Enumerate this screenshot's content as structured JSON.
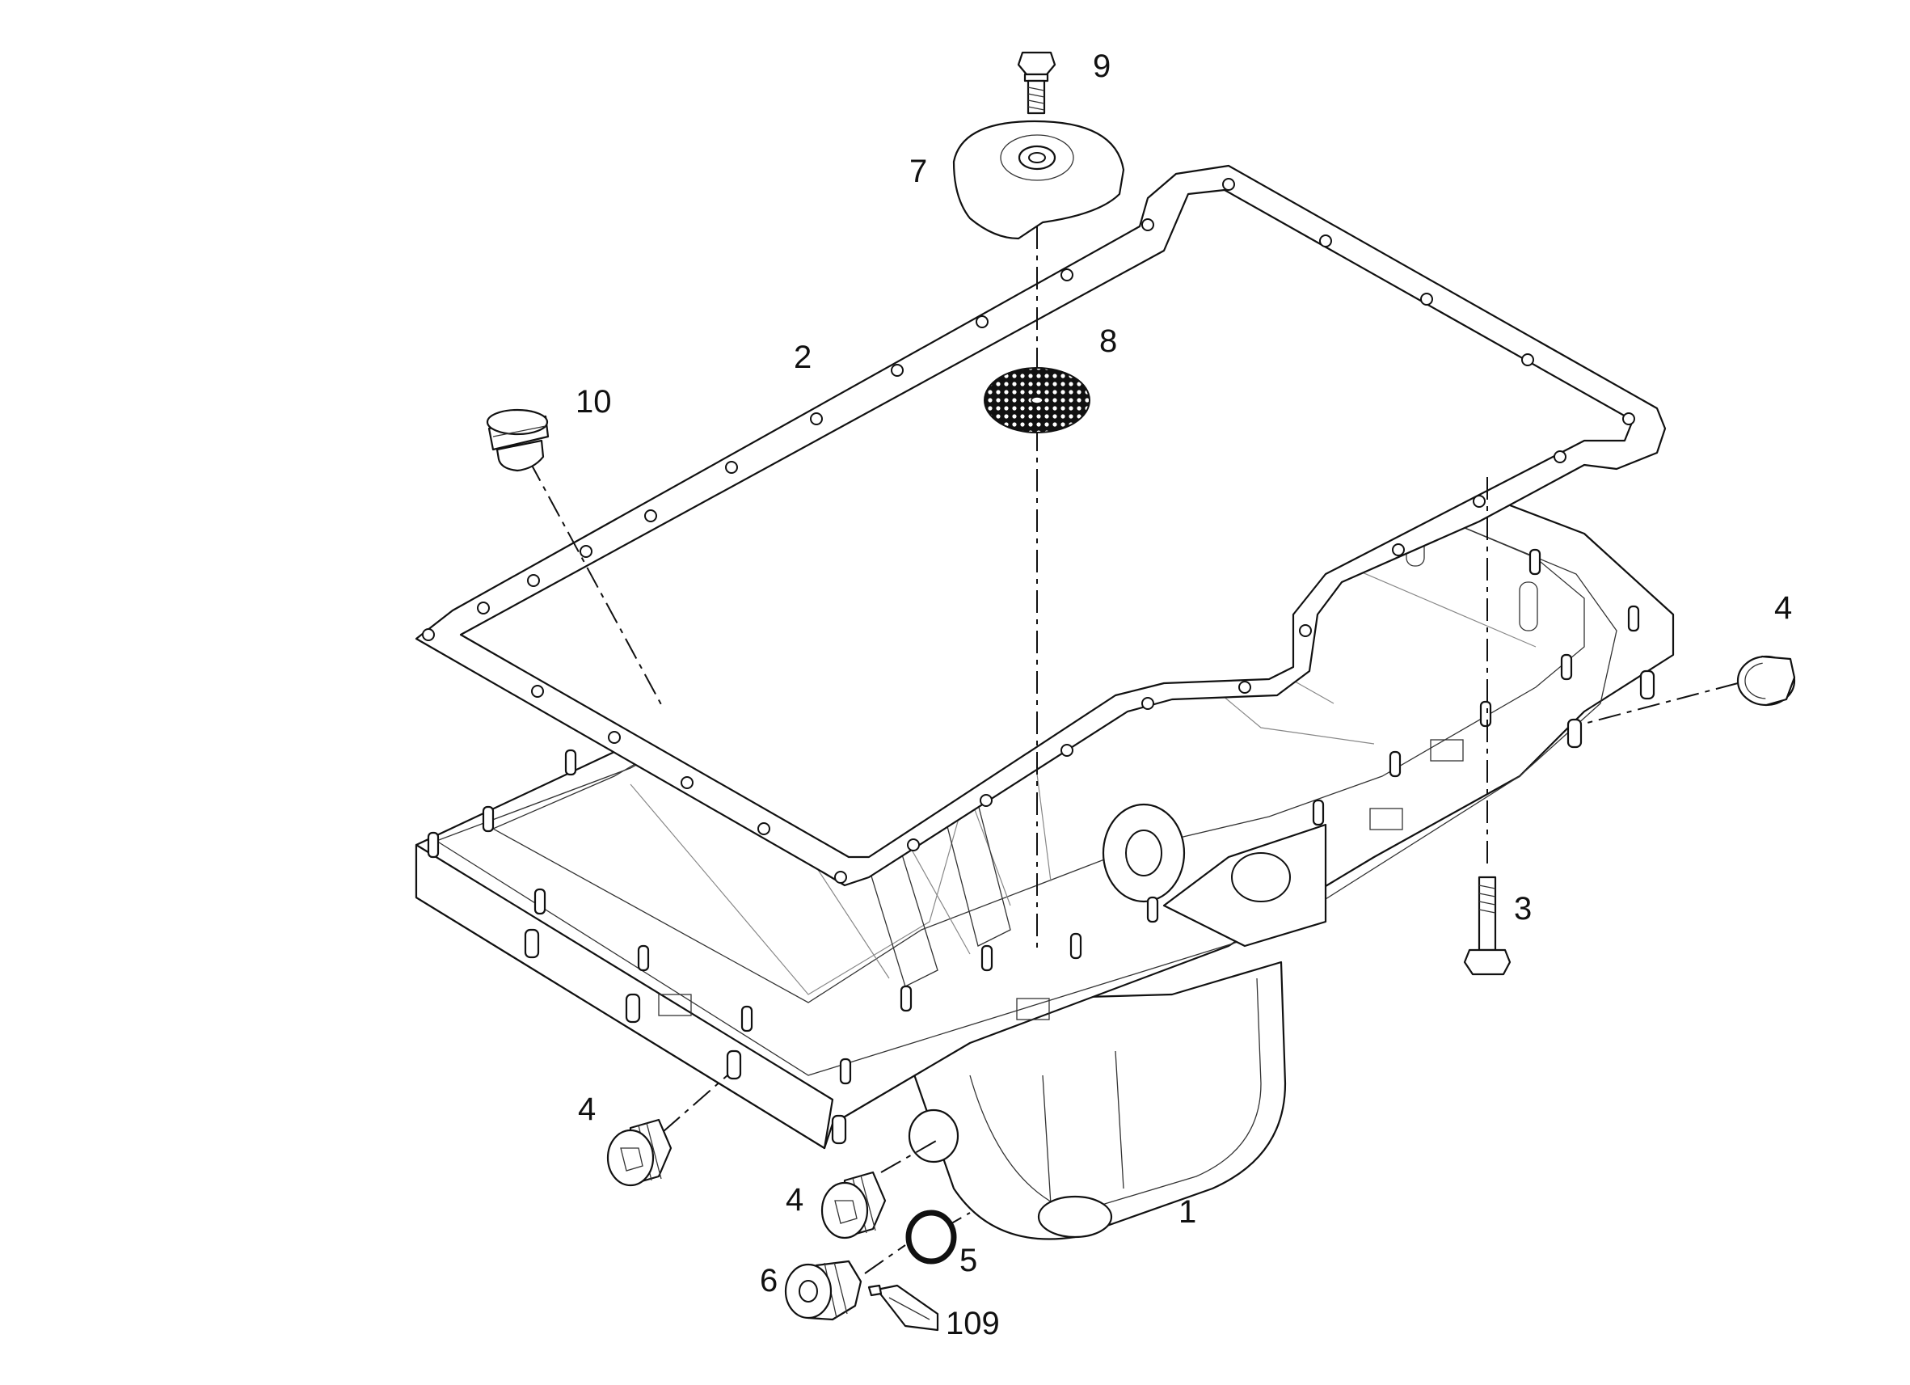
{
  "callouts": [
    {
      "id": "c9",
      "text": "9"
    },
    {
      "id": "c7",
      "text": "7"
    },
    {
      "id": "c8",
      "text": "8"
    },
    {
      "id": "c2",
      "text": "2"
    },
    {
      "id": "c10",
      "text": "10"
    },
    {
      "id": "c4a",
      "text": "4"
    },
    {
      "id": "c3",
      "text": "3"
    },
    {
      "id": "c4b",
      "text": "4"
    },
    {
      "id": "c4c",
      "text": "4"
    },
    {
      "id": "c1",
      "text": "1"
    },
    {
      "id": "c5",
      "text": "5"
    },
    {
      "id": "c6",
      "text": "6"
    },
    {
      "id": "c109",
      "text": "109"
    }
  ]
}
